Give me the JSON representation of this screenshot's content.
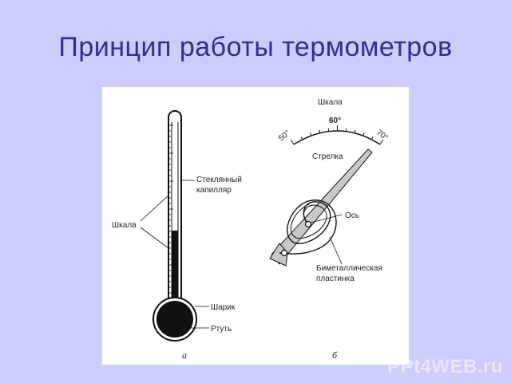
{
  "slide": {
    "title": "Принцип  работы термометров",
    "background": "#ccccff",
    "title_color": "#2f2f8f"
  },
  "figure_a": {
    "label_scale": "Шкала",
    "label_capillary_1": "Стеклянный",
    "label_capillary_2": "капилляр",
    "label_bulb": "Шарик",
    "label_mercury": "Ртуть",
    "caption": "а"
  },
  "figure_b": {
    "label_scale": "Шкала",
    "tick_50": "50°",
    "tick_60": "60°",
    "tick_70": "70°",
    "label_pointer": "Стрелка",
    "label_axis": "Ось",
    "label_strip_1": "Биметаллическая",
    "label_strip_2": "пластинка",
    "caption": "б"
  },
  "watermark": "PPt4WEB.ru"
}
